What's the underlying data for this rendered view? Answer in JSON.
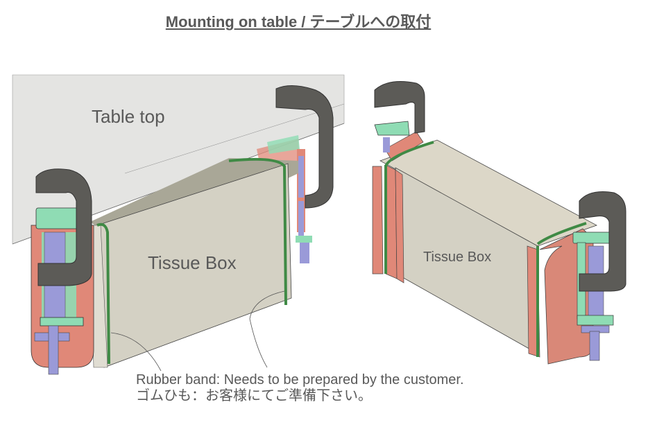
{
  "title": "Mounting on table / テーブルへの取付",
  "labels": {
    "table_top": "Table top",
    "tissue_box_left": "Tissue Box",
    "tissue_box_right": "Tissue Box"
  },
  "caption": {
    "line_en": "Rubber band: Needs to be prepared by the customer.",
    "line_ja": "ゴムひも：お客様にてご準備下さい。"
  },
  "colors": {
    "clamp_dark": "#5c5b57",
    "holder_red": "#e08878",
    "pad_green": "#8fdcb4",
    "screw_blue": "#9a9ad8",
    "rubber_band": "#3f8a45",
    "box_face": "#d4d1c4",
    "table": "#e4e4e2"
  }
}
